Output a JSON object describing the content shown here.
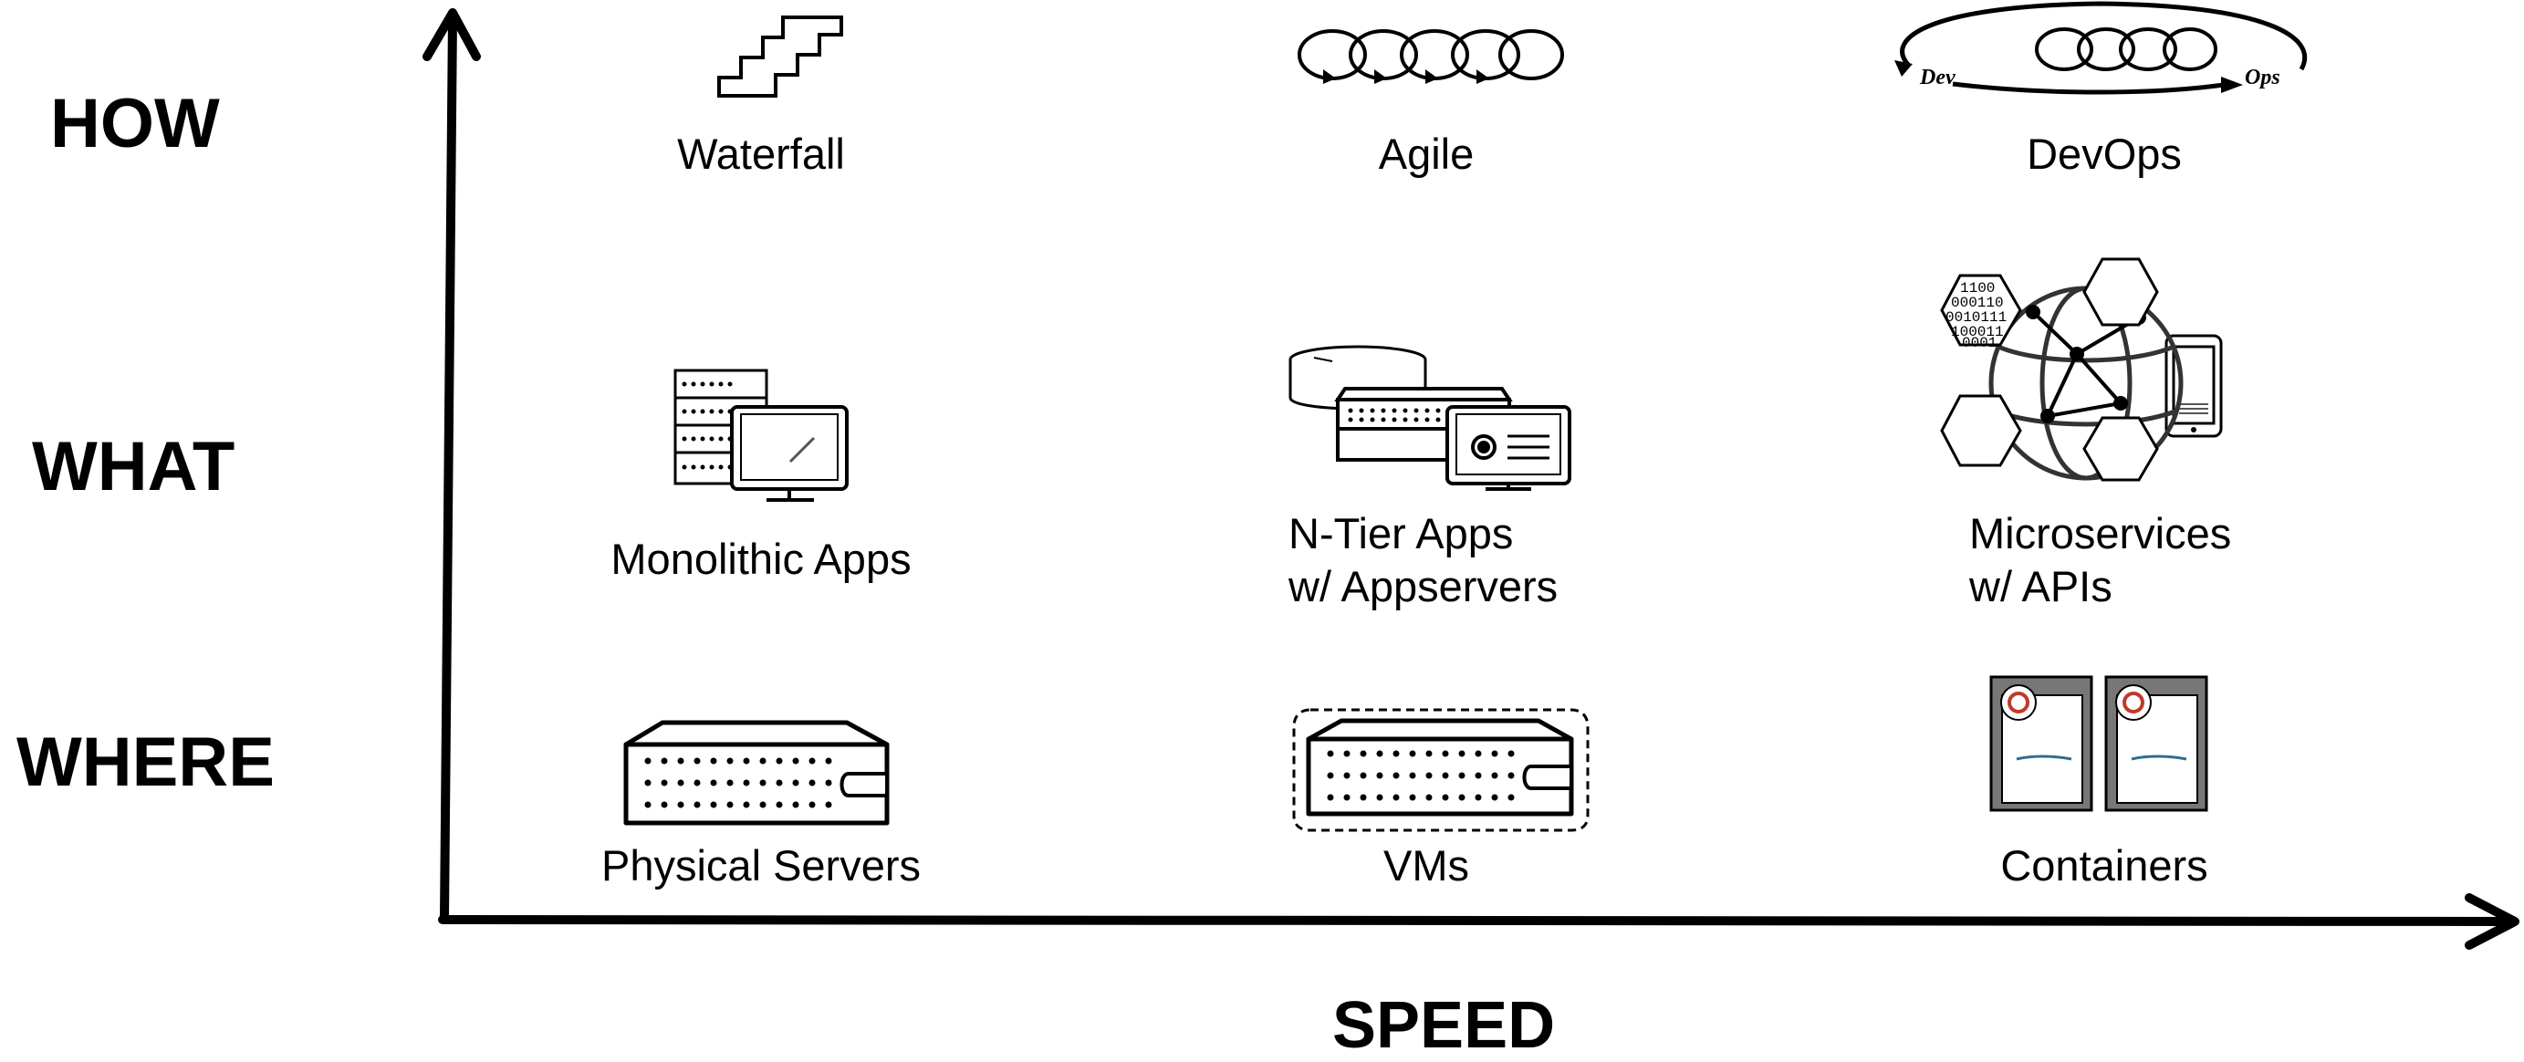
{
  "y_axis": {
    "labels": {
      "how": "HOW",
      "what": "WHAT",
      "where": "WHERE"
    }
  },
  "x_axis": {
    "label": "SPEED"
  },
  "how": {
    "waterfall": {
      "label": "Waterfall",
      "icon": "staircase-icon"
    },
    "agile": {
      "label": "Agile",
      "icon": "loops-icon"
    },
    "devops": {
      "label": "DevOps",
      "icon": "dev-ops-cycle-icon",
      "dev_text": "Dev",
      "ops_text": "Ops"
    }
  },
  "what": {
    "monolithic": {
      "label": "Monolithic Apps",
      "icon": "server-and-monitor-icon"
    },
    "ntier": {
      "line1": "N-Tier Apps",
      "line2": "w/ Appservers",
      "icon": "database-server-monitor-icon"
    },
    "microservices": {
      "line1": "Microservices",
      "line2": "w/ APIs",
      "icon": "globe-network-icon",
      "binary_text": [
        "1100",
        "000110",
        "0010111",
        "100011",
        "0001"
      ]
    }
  },
  "where": {
    "physical": {
      "label": "Physical Servers",
      "icon": "rack-server-icon"
    },
    "vms": {
      "label": "VMs",
      "icon": "virtual-server-icon"
    },
    "containers": {
      "label": "Containers",
      "icon": "container-icon"
    }
  }
}
